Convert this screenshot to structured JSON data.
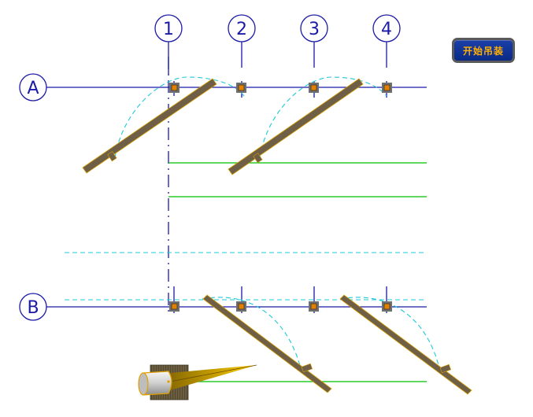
{
  "button": {
    "start_hoisting_label": "开始吊装"
  },
  "grid": {
    "columns": [
      "1",
      "2",
      "3",
      "4"
    ],
    "rows": [
      "A",
      "B"
    ]
  },
  "colors": {
    "axis_line": "#1a1aa6",
    "green_line": "#00c000",
    "cyan_dashed": "#20c8d8",
    "beam_fill": "#6e5f46",
    "beam_edge": "#d8a000",
    "column_fill": "#e08000",
    "column_frame": "#555555",
    "button_bg": "#0b2a86",
    "button_text": "#ffb000"
  },
  "icons": {
    "crane": "crane-icon",
    "column": "column-icon"
  }
}
